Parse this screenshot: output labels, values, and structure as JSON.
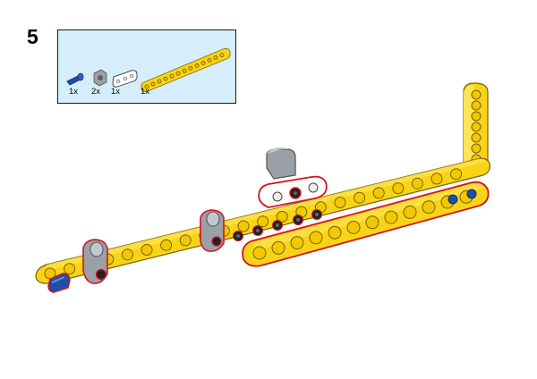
{
  "step": {
    "number": "5"
  },
  "parts_list": {
    "items": [
      {
        "name": "blue-axle-pin",
        "quantity": "1x",
        "color": "#1e4fa8"
      },
      {
        "name": "gray-cross-block",
        "quantity": "2x",
        "color": "#9aa0a6"
      },
      {
        "name": "white-beam-3",
        "quantity": "1x",
        "color": "#ffffff"
      },
      {
        "name": "yellow-beam-15",
        "quantity": "1x",
        "color": "#f7d417"
      }
    ]
  },
  "colors": {
    "background": "#ffffff",
    "parts_panel": "#d6eefc",
    "beam_yellow": "#f7d417",
    "beam_yellow_dark": "#e2b800",
    "highlight_outline": "#d4141e",
    "pin_black": "#222222",
    "axle_blue": "#1e4fa8",
    "block_gray": "#9aa0a6"
  }
}
